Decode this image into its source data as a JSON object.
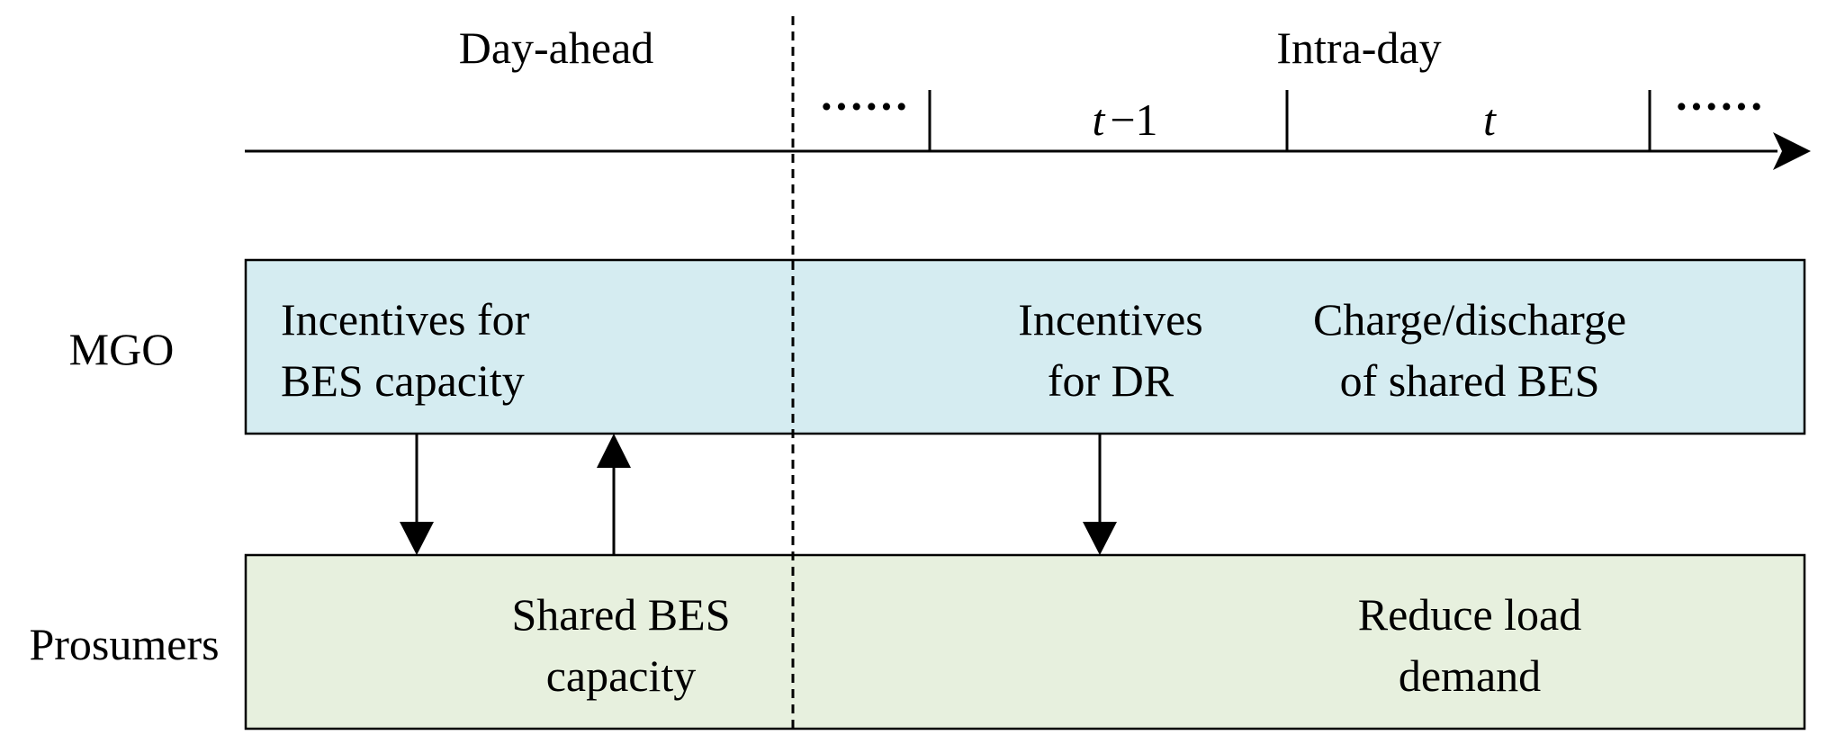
{
  "phases": {
    "day_ahead": "Day-ahead",
    "intra_day": "Intra-day"
  },
  "timeline": {
    "dots_left": "······",
    "slot_prev_var": "t",
    "slot_prev_suffix": "−1",
    "slot_curr": "t",
    "dots_right": "······"
  },
  "rows": {
    "mgo": "MGO",
    "prosumers": "Prosumers"
  },
  "mgo_box": {
    "incentives_bes_line1": "Incentives for",
    "incentives_bes_line2": "BES capacity",
    "incentives_dr_line1": "Incentives",
    "incentives_dr_line2": "for DR",
    "charge_line1": "Charge/discharge",
    "charge_line2": "of shared BES"
  },
  "prosumer_box": {
    "shared_bes_line1": "Shared BES",
    "shared_bes_line2": "capacity",
    "reduce_load_line1": "Reduce load",
    "reduce_load_line2": "demand"
  },
  "colors": {
    "mgo_fill": "#d5ecf1",
    "prosumer_fill": "#e7f0de",
    "stroke": "#000000"
  }
}
